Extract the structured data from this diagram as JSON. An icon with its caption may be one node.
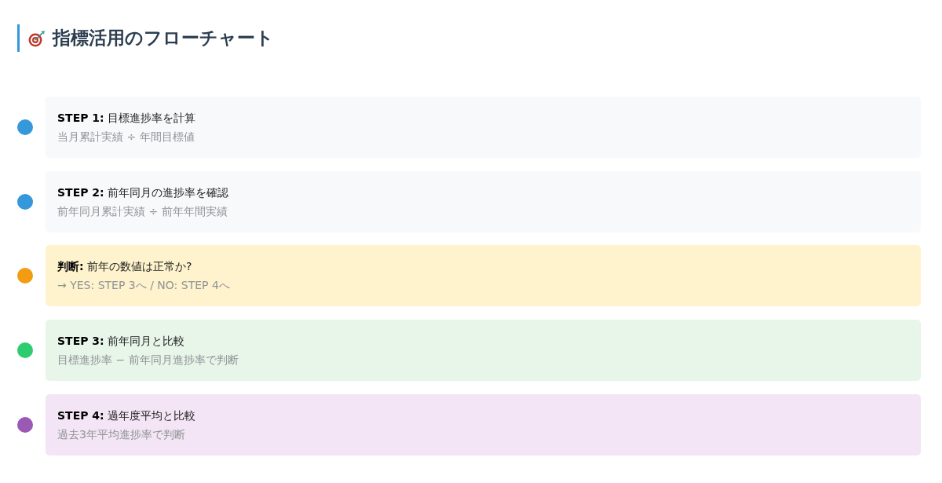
{
  "diagram": {
    "title": "指標活用のフローチャート",
    "nodes": [
      {
        "text": [
          "**STEP 1:** 目標進捗率を計算",
          "当月累計実績 ÷ 年間目標値"
        ]
      },
      {
        "text": [
          "**STEP 2:** 前年同月の進捗率を確認",
          "前年同月累計実績 ÷ 前年年間実績"
        ]
      },
      {
        "text": [
          "**判断:** 前年の数値は正常か?",
          "→ YES: STEP 3へ / NO: STEP 4へ"
        ]
      },
      {
        "text": [
          "**STEP 3:** 前年同月と比較",
          "目標進捗率 − 前年同月進捗率で判断"
        ]
      },
      {
        "text": [
          "**STEP 4:** 過年度平均と比較",
          "過去3年平均進捗率で判断"
        ]
      }
    ]
  }
}
